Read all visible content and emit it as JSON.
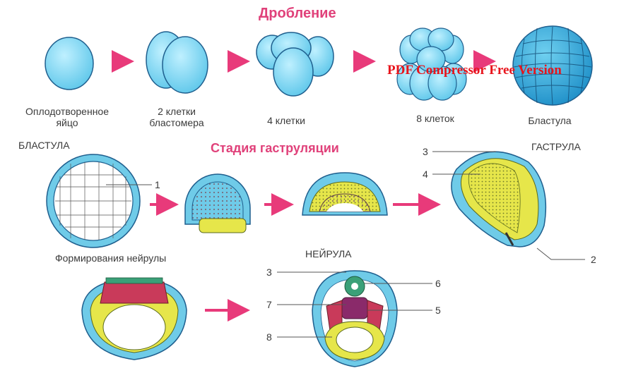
{
  "titles": {
    "cleavage": "Дробление",
    "gastrulation": "Стадия гаструляции",
    "neurulation": "Формирования нейрулы"
  },
  "stages": {
    "egg": "Оплодотворенное\nяйцо",
    "two_cells": "2 клетки\nбластомера",
    "four_cells": "4 клетки",
    "eight_cells": "8 клеток",
    "blastula_small": "Бластула"
  },
  "row_labels": {
    "blastula": "БЛАСТУЛА",
    "gastrula": "ГАСТРУЛА",
    "neurula": "НЕЙРУЛА"
  },
  "callouts": {
    "n1": "1",
    "n2": "2",
    "n3": "3",
    "n4": "4",
    "n3b": "3",
    "n5": "5",
    "n6": "6",
    "n7": "7",
    "n8": "8"
  },
  "watermark": "PDF Compressor Free Version",
  "colors": {
    "title": "#e0417a",
    "arrow": "#e83a7a",
    "cell_blue": "#7fd3ee",
    "cell_outline": "#1f5f8e",
    "yellow": "#e8e84a",
    "red": "#c93a5a",
    "green": "#3aa078",
    "watermark": "#e8141c"
  }
}
